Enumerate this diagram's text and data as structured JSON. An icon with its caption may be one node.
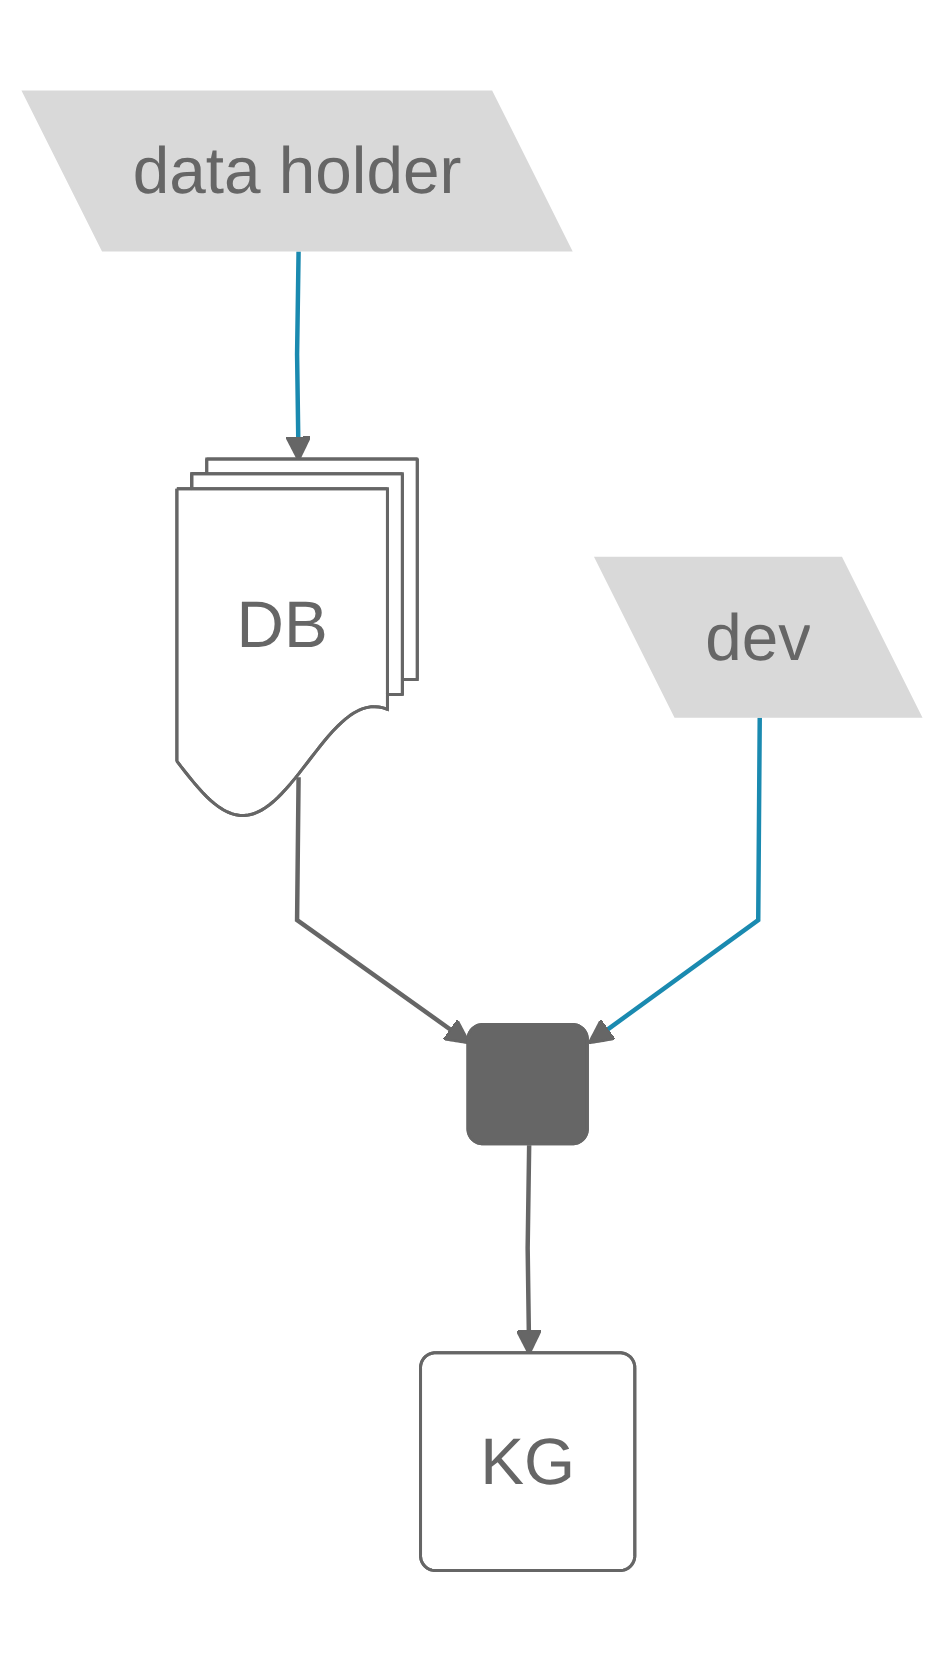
{
  "diagram": {
    "nodes": [
      {
        "text": [
          "data holder"
        ]
      },
      {
        "text": [
          "DB"
        ]
      },
      {
        "text": [],
        "shape": "box"
      },
      {
        "text": [
          "dev"
        ]
      },
      {
        "text": [
          "KG"
        ]
      }
    ],
    "edges": [
      {
        "from": 0,
        "to": 1,
        "arrow": "to",
        "color": "#1a8ab0"
      },
      {
        "from": 1,
        "to": 2,
        "arrow": "to"
      },
      {
        "from": 3,
        "to": 2,
        "arrow": "to",
        "color": "#1a8ab0"
      },
      {
        "from": 2,
        "to": 4,
        "arrow": "to"
      }
    ]
  }
}
